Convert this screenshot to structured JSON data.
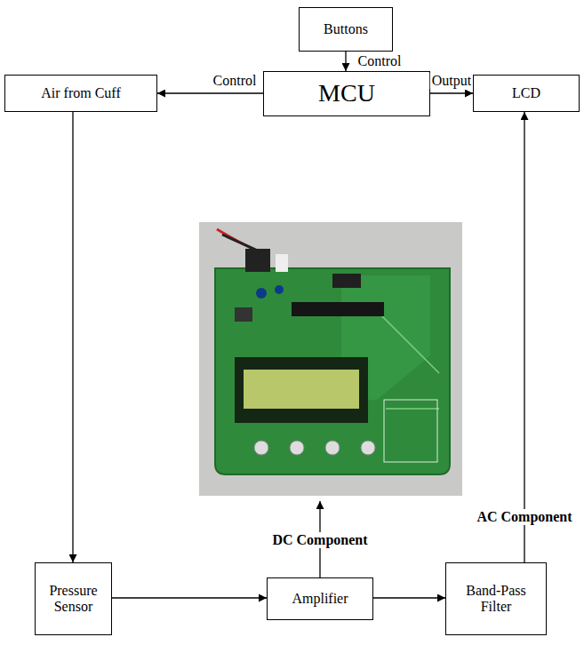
{
  "diagram": {
    "nodes": [
      {
        "text": [
          "Buttons"
        ]
      },
      {
        "text": [
          "Air from Cuff"
        ]
      },
      {
        "text": [
          "MCU"
        ]
      },
      {
        "text": [
          "LCD"
        ]
      },
      {
        "text": [
          "Pressure Sensor"
        ]
      },
      {
        "text": [
          "Amplifier"
        ]
      },
      {
        "text": [
          "Band-Pass Filter"
        ]
      }
    ],
    "edges": [
      {
        "from": 0,
        "to": 2,
        "label": "Control",
        "arrow": "to"
      },
      {
        "from": 2,
        "to": 1,
        "label": "Control",
        "arrow": "to"
      },
      {
        "from": 2,
        "to": 3,
        "label": "Output",
        "arrow": "to"
      },
      {
        "from": 1,
        "to": 4,
        "arrow": "to"
      },
      {
        "from": 4,
        "to": 5,
        "arrow": "to"
      },
      {
        "from": 5,
        "to": 6,
        "arrow": "to"
      },
      {
        "from": 6,
        "to": 3,
        "label": "AC Component",
        "arrow": "to"
      }
    ],
    "labels": [
      "DC Component"
    ]
  }
}
